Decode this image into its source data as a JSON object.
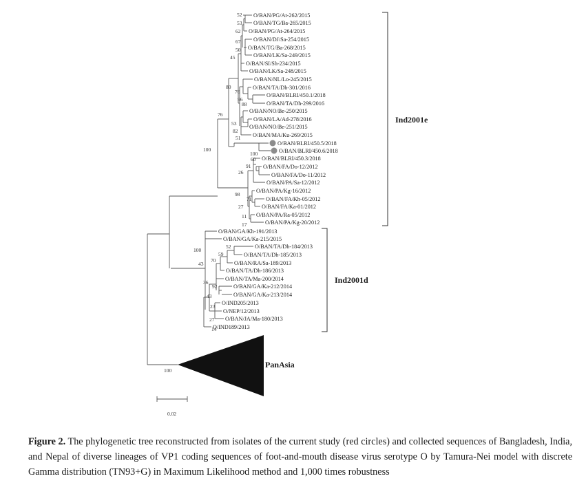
{
  "figure": {
    "taxa": [
      "O/BAN/PG/At-262/2015",
      "O/BAN/TG/Ba-265/2015",
      "O/BAN/PG/At-264/2015",
      "O/BAN/DJ/Sa-254/2015",
      "O/BAN/TG/Ba-268/2015",
      "O/BAN/LK/Sa-249/2015",
      "O/BAN/SI/Sh-234/2015",
      "O/BAN/LK/Sa-248/2015",
      "O/BAN/NL/Lo-245/2015",
      "O/BAN/TA/Dh-301/2016",
      "O/BAN/BLRI/450.1/2018",
      "O/BAN/TA/Dh-299/2016",
      "O/BAN/NO/Be-250/2015",
      "O/BAN/LA/Ad-278/2016",
      "O/BAN/NO/Be-251/2015",
      "O/BAN/MA/Ku-269/2015",
      "O/BAN/BLRI/450.5/2018",
      "O/BAN/BLRI/450.6/2018",
      "O/BAN/BLRI/450.3/2018",
      "O/BAN/FA/Do-12/2012",
      "O/BAN/FA/Do-11/2012",
      "O/BAN/PA/Sa-12/2012",
      "O/BAN/PA/Kg-16/2012",
      "O/BAN/FA/Kh-05/2012",
      "O/BAN/FA/Ka-01/2012",
      "O/BAN/PA/Ra-05/2012",
      "O/BAN/PA/Kg-20/2012",
      "O/BAN/GA/Kh-191/2013",
      "O/BAN/GA/Ka-215/2015",
      "O/BAN/TA/Dh-184/2013",
      "O/BAN/TA/Dh-185/2013",
      "O/BAN/RA/Sa-189/2013",
      "O/BAN/TA/Dh-186/2013",
      "O/BAN/TA/Ma-200/2014",
      "O/BAN/GA/Ka-212/2014",
      "O/BAN/GA/Ka-213/2014",
      "O/IND205/2013",
      "O/NEP/12/2013",
      "O/BAN/JA/Ma-180/2013",
      "O/IND189/2013"
    ],
    "bootstrap_values": [
      "52",
      "53",
      "62",
      "67",
      "50",
      "45",
      "80",
      "76",
      "96",
      "88",
      "76",
      "53",
      "82",
      "51",
      "100",
      "100",
      "60",
      "91",
      "26",
      "98",
      "71",
      "27",
      "11",
      "17",
      "100",
      "52",
      "59",
      "70",
      "43",
      "36",
      "92",
      "43",
      "23",
      "27",
      "14",
      "100"
    ],
    "clades": [
      "Ind2001e",
      "Ind2001d",
      "PanAsia"
    ],
    "scale_label": "0.02",
    "highlight_color": "#8c8c8c"
  },
  "caption": {
    "label": "Figure 2.",
    "text": "The phylogenetic tree reconstructed from isolates of the current study (red circles) and collected sequences of Bangladesh, India, and Nepal of diverse lineages of VP1 coding sequences of foot-and-mouth disease virus serotype O by Tamura-Nei model with discrete Gamma distribution (TN93+G) in Maximum Likelihood method and 1,000 times robustness"
  }
}
